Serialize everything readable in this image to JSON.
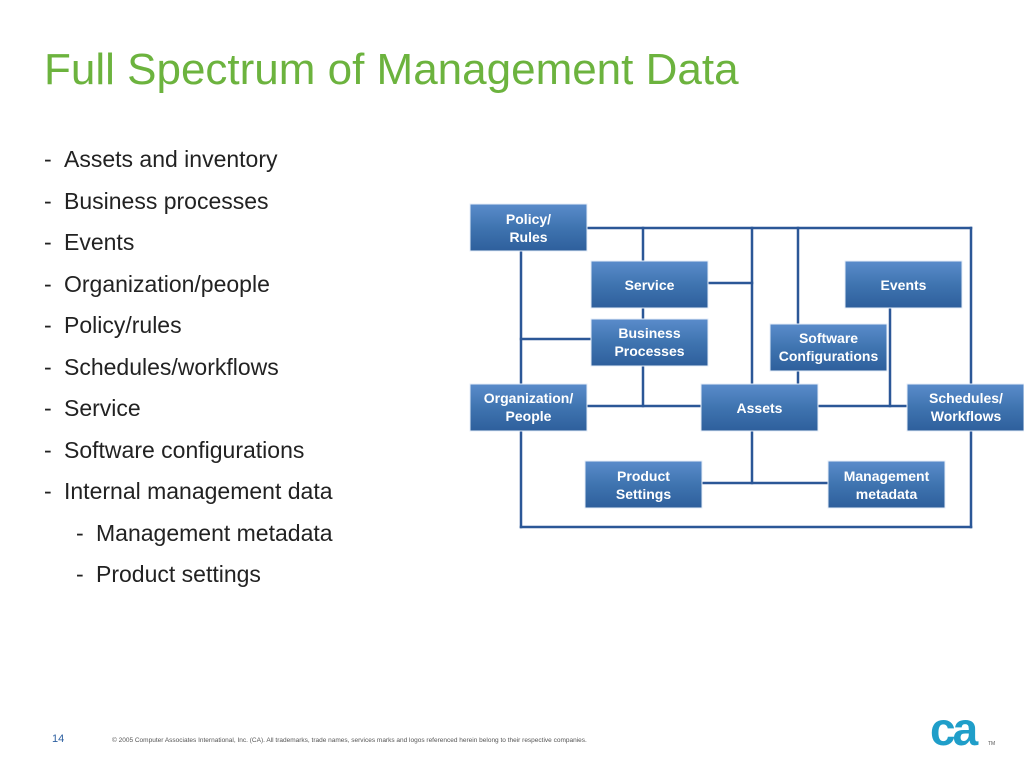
{
  "slide": {
    "title": "Full Spectrum of Management Data"
  },
  "bullets": [
    {
      "text": "Assets and inventory",
      "level": 1
    },
    {
      "text": "Business processes",
      "level": 1
    },
    {
      "text": "Events",
      "level": 1
    },
    {
      "text": "Organization/people",
      "level": 1
    },
    {
      "text": "Policy/rules",
      "level": 1
    },
    {
      "text": "Schedules/workflows",
      "level": 1
    },
    {
      "text": "Service",
      "level": 1
    },
    {
      "text": "Software configurations",
      "level": 1
    },
    {
      "text": "Internal management data",
      "level": 1
    },
    {
      "text": "Management metadata",
      "level": 2
    },
    {
      "text": "Product settings",
      "level": 2
    }
  ],
  "bullet_marker": "-",
  "diagram": {
    "nodes": {
      "policy_rules": [
        "Policy/",
        "Rules"
      ],
      "service": [
        "Service"
      ],
      "events": [
        "Events"
      ],
      "business_processes": [
        "Business",
        "Processes"
      ],
      "software_configurations": [
        "Software",
        "Configurations"
      ],
      "organization_people": [
        "Organization/",
        "People"
      ],
      "assets": [
        "Assets"
      ],
      "schedules_workflows": [
        "Schedules/",
        "Workflows"
      ],
      "product_settings": [
        "Product",
        "Settings"
      ],
      "management_metadata": [
        "Management",
        "metadata"
      ]
    }
  },
  "footer": {
    "page_number": "14",
    "copyright": "© 2005 Computer Associates International, Inc. (CA). All trademarks, trade names, services marks and logos referenced herein belong to their respective companies."
  },
  "logo": {
    "mark": "ca",
    "tm": "TM"
  },
  "colors": {
    "title": "#6cb33e",
    "node_fill": "#3f74b0",
    "connector": "#2b5797",
    "page_number": "#2c5fa0",
    "logo": "#1f9ec9"
  },
  "icons": [
    "ca-logo"
  ]
}
